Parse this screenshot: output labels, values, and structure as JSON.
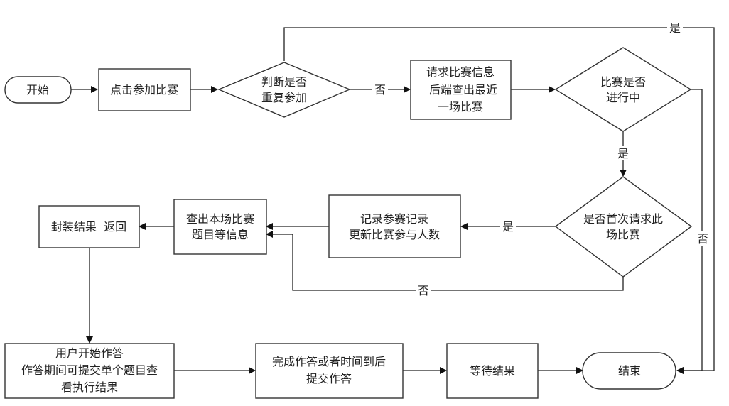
{
  "nodes": {
    "start": [
      "开始"
    ],
    "click_join": [
      "点击参加比赛"
    ],
    "is_repeat": [
      "判断是否",
      "重复参加"
    ],
    "request_info": [
      "请求比赛信息",
      "后端查出最近",
      "一场比赛"
    ],
    "in_progress": [
      "比赛是否",
      "进行中"
    ],
    "first_request": [
      "是否首次请求此",
      "场比赛"
    ],
    "record_entry": [
      "记录参赛记录",
      "更新比赛参与人数"
    ],
    "query_questions": [
      "查出本场比赛",
      "题目等信息"
    ],
    "package_return": [
      "封装结果  返回"
    ],
    "user_answer": [
      "用户开始作答",
      "作答期间可提交单个题目查",
      "看执行结果"
    ],
    "submit": [
      "完成作答或者时间到后",
      "提交作答"
    ],
    "wait_result": [
      "等待结果"
    ],
    "end": [
      "结束"
    ]
  },
  "edges": {
    "repeat_yes": "是",
    "repeat_no": "否",
    "progress_yes": "是",
    "progress_no": "否",
    "first_yes": "是",
    "first_no": "否"
  }
}
